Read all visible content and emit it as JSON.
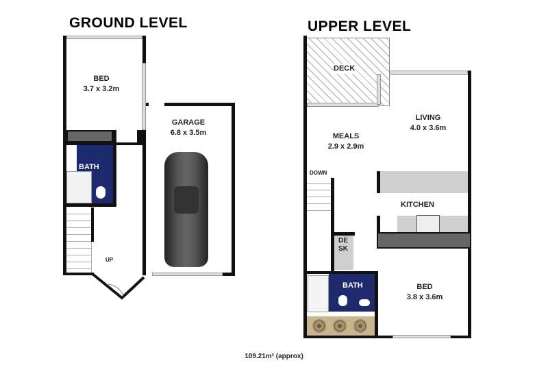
{
  "ground": {
    "title": "GROUND LEVEL",
    "bed": {
      "name": "BED",
      "size": "3.7 x 3.2m"
    },
    "garage": {
      "name": "GARAGE",
      "size": "6.8 x 3.5m"
    },
    "bath": {
      "name": "BATH"
    },
    "stairs_label": "UP"
  },
  "upper": {
    "title": "UPPER LEVEL",
    "deck": {
      "name": "DECK"
    },
    "living": {
      "name": "LIVING",
      "size": "4.0 x 3.6m"
    },
    "meals": {
      "name": "MEALS",
      "size": "2.9 x 2.9m"
    },
    "kitchen": {
      "name": "KITCHEN"
    },
    "desk": {
      "name": "DESK"
    },
    "bath": {
      "name": "BATH"
    },
    "bed": {
      "name": "BED",
      "size": "3.8 x 3.6m"
    },
    "stairs_label": "DOWN"
  },
  "total_area": "109.21m² (approx)",
  "colors": {
    "wall": "#111111",
    "bath": "#1d2a6e",
    "bench": "#cfcfcf"
  }
}
